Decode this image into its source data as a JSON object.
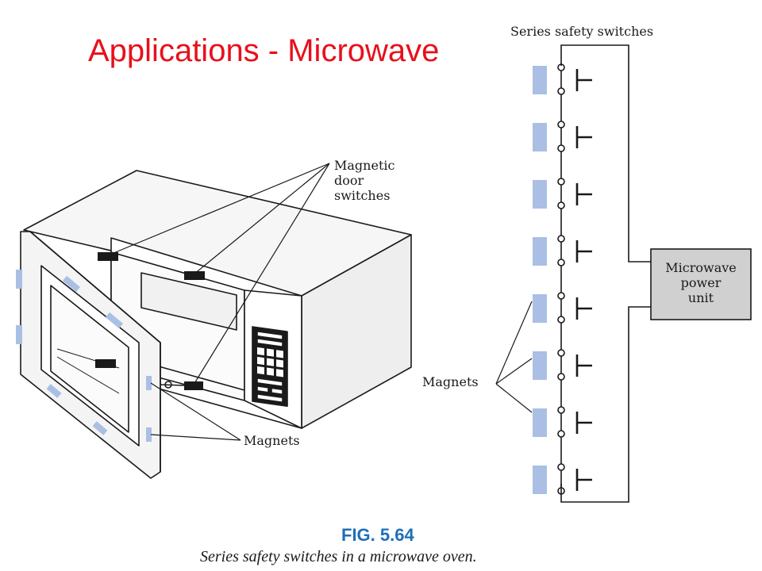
{
  "slide": {
    "title": "Applications - Microwave"
  },
  "figure": {
    "number": "FIG. 5.64",
    "caption": "Series safety switches in a microwave oven."
  },
  "oven_diagram": {
    "label_door_switches": [
      "Magnetic",
      "door",
      "switches"
    ],
    "label_magnets": "Magnets"
  },
  "circuit_diagram": {
    "label_switches": "Series safety switches",
    "label_power_unit": [
      "Microwave",
      "power",
      "unit"
    ],
    "label_magnets": "Magnets",
    "switch_count": 8
  },
  "colors": {
    "title": "#e8101b",
    "figure_number": "#1e6fb8",
    "magnet": "#aabfe3",
    "power_unit_fill": "#d0d0d0",
    "line": "#1a1a1a"
  }
}
